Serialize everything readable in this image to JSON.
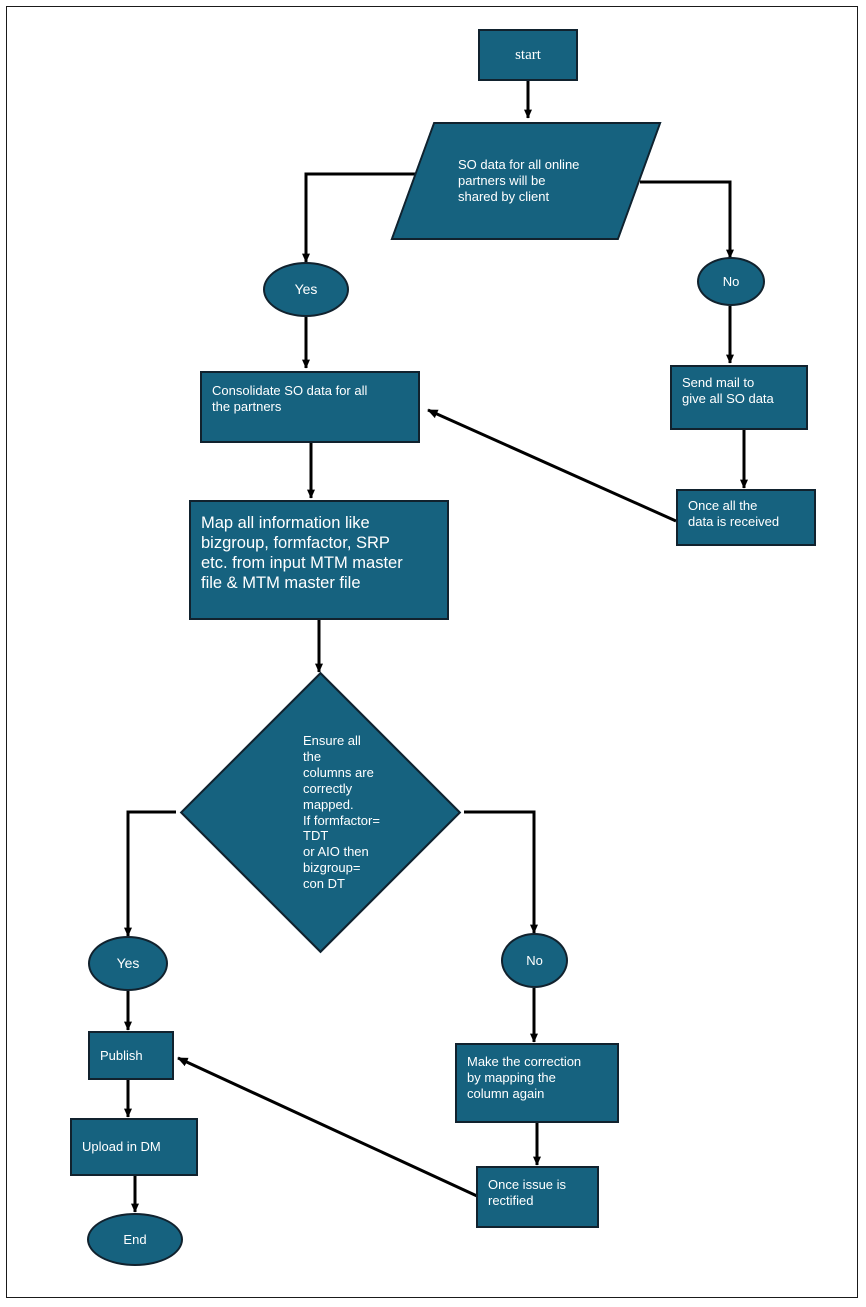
{
  "diagram": {
    "title": "SO Data Consolidation Flowchart",
    "colors": {
      "node_fill": "#16627f",
      "node_border": "#11222e",
      "edge": "#000000",
      "text": "#ffffff",
      "frame_border": "#1a1a1a",
      "background": "#ffffff"
    },
    "nodes": [
      {
        "id": "start",
        "shape": "rect",
        "label": "start"
      },
      {
        "id": "so_data",
        "shape": "parallelogram",
        "label": "SO data for all online\npartners will be\nshared by client"
      },
      {
        "id": "yes1",
        "shape": "ellipse",
        "label": "Yes"
      },
      {
        "id": "no1",
        "shape": "ellipse",
        "label": "No"
      },
      {
        "id": "consolidate",
        "shape": "rect",
        "label": "Consolidate SO data  for all\nthe partners"
      },
      {
        "id": "send_mail",
        "shape": "rect",
        "label": "Send mail to\ngive all SO data"
      },
      {
        "id": "once_all",
        "shape": "rect",
        "label": "Once all the\ndata is received"
      },
      {
        "id": "map_info",
        "shape": "rect",
        "label": "Map all information like\nbizgroup, formfactor, SRP\netc. from input MTM master\nfile & MTM master file"
      },
      {
        "id": "ensure",
        "shape": "diamond",
        "label": "Ensure all the\ncolumns are\ncorrectly mapped.\nIf formfactor= TDT\nor AIO then\nbizgroup= con DT"
      },
      {
        "id": "yes2",
        "shape": "ellipse",
        "label": "Yes"
      },
      {
        "id": "no2",
        "shape": "ellipse",
        "label": "No"
      },
      {
        "id": "publish",
        "shape": "rect",
        "label": "Publish"
      },
      {
        "id": "make_corr",
        "shape": "rect",
        "label": "Make the correction\nby mapping the\ncolumn again"
      },
      {
        "id": "upload_dm",
        "shape": "rect",
        "label": "Upload in DM"
      },
      {
        "id": "once_issue",
        "shape": "rect",
        "label": "Once issue is\nrectified"
      },
      {
        "id": "end",
        "shape": "ellipse",
        "label": "End"
      }
    ],
    "edges": [
      {
        "from": "start",
        "to": "so_data",
        "kind": "straight"
      },
      {
        "from": "so_data",
        "to": "yes1",
        "kind": "elbow-left"
      },
      {
        "from": "so_data",
        "to": "no1",
        "kind": "elbow-right"
      },
      {
        "from": "yes1",
        "to": "consolidate",
        "kind": "straight"
      },
      {
        "from": "no1",
        "to": "send_mail",
        "kind": "straight"
      },
      {
        "from": "send_mail",
        "to": "once_all",
        "kind": "straight"
      },
      {
        "from": "once_all",
        "to": "consolidate",
        "kind": "diagonal"
      },
      {
        "from": "consolidate",
        "to": "map_info",
        "kind": "straight"
      },
      {
        "from": "map_info",
        "to": "ensure",
        "kind": "straight"
      },
      {
        "from": "ensure",
        "to": "yes2",
        "kind": "elbow-left"
      },
      {
        "from": "ensure",
        "to": "no2",
        "kind": "elbow-right"
      },
      {
        "from": "yes2",
        "to": "publish",
        "kind": "straight"
      },
      {
        "from": "no2",
        "to": "make_corr",
        "kind": "straight"
      },
      {
        "from": "publish",
        "to": "upload_dm",
        "kind": "straight"
      },
      {
        "from": "make_corr",
        "to": "once_issue",
        "kind": "straight"
      },
      {
        "from": "once_issue",
        "to": "publish",
        "kind": "diagonal"
      },
      {
        "from": "upload_dm",
        "to": "end",
        "kind": "straight"
      }
    ]
  }
}
